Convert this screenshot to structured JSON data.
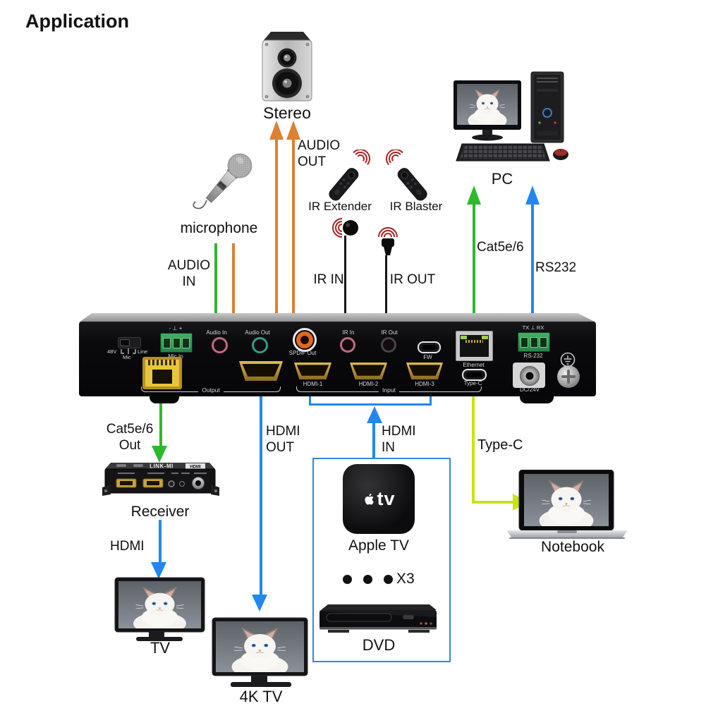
{
  "title": "Application",
  "labels": {
    "stereo": "Stereo",
    "microphone": "microphone",
    "audio_out": "AUDIO\nOUT",
    "audio_in": "AUDIO\nIN",
    "ir_extender": "IR Extender",
    "ir_blaster": "IR Blaster",
    "ir_in": "IR IN",
    "ir_out": "IR OUT",
    "pc": "PC",
    "cat5e": "Cat5e/6",
    "rs232": "RS232",
    "cat5e_out": "Cat5e/6\nOut",
    "hdmi_out": "HDMI\nOUT",
    "hdmi_in": "HDMI\nIN",
    "type_c": "Type-C",
    "receiver": "Receiver",
    "hdmi": "HDMI",
    "tv": "TV",
    "tv4k": "4K TV",
    "apple_tv": "Apple TV",
    "x3": "X3",
    "dvd": "DVD",
    "notebook": "Notebook"
  },
  "device_panel": {
    "ports": {
      "v48": "48V",
      "mic_sw": "Mic",
      "line": "Line",
      "mic_in_pins": "-  ⊥  +",
      "mic_in": "Mic In",
      "audio_in": "Audio In",
      "audio_out": "Audio Out",
      "spdif_out": "SPDIF Out",
      "ir_in": "IR In",
      "ir_out": "IR Out",
      "fw": "FW",
      "ethernet": "Ethernet",
      "type_c": "Type-C",
      "rs232_pins": "TX  ⊥  RX",
      "rs232": "RS-232",
      "dc": "DC/24V",
      "hdmi1": "HDMI-1",
      "hdmi2": "HDMI-2",
      "hdmi3": "HDMI-3",
      "output_group": "Output",
      "input_group": "Input"
    }
  },
  "receiver_device": {
    "brand": "LINK-MI",
    "hdmi_logo": "HDMI"
  },
  "apple_tv_logo": "tv",
  "colors": {
    "green": "#2eb82e",
    "orange": "#dc8033",
    "blue": "#2287ee",
    "yellow_green": "#c9e215",
    "black_line": "#151515",
    "ir_red": "#aa2222",
    "box_border": "#3388dd"
  }
}
